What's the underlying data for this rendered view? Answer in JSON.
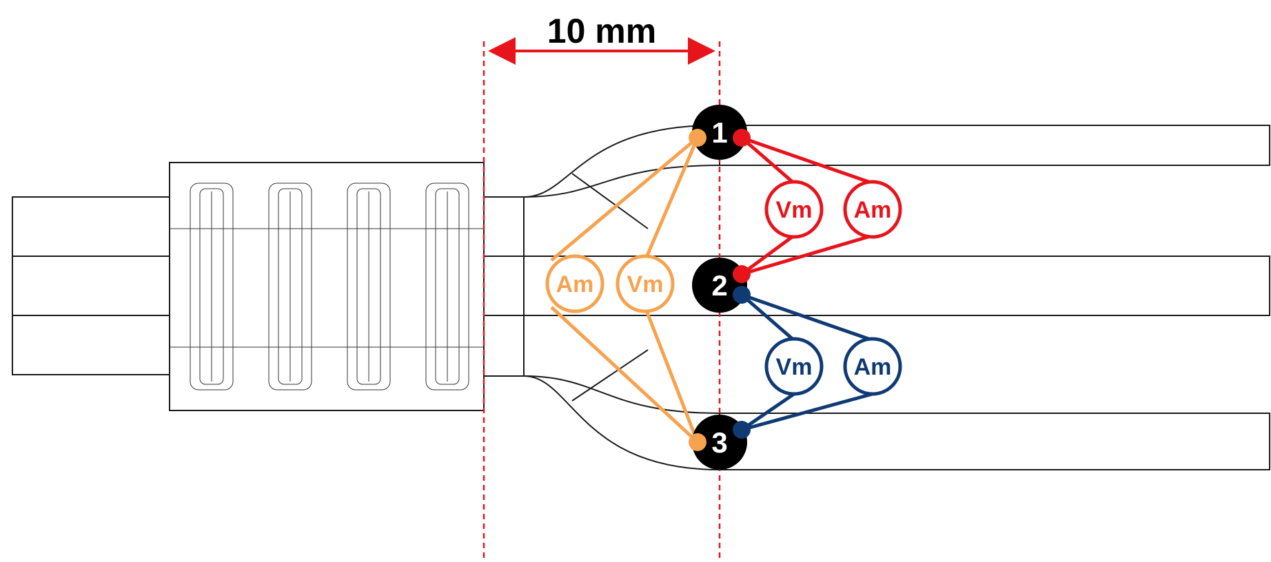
{
  "dimension": {
    "label": "10 mm"
  },
  "electrodes": [
    {
      "label": "1"
    },
    {
      "label": "2"
    },
    {
      "label": "3"
    }
  ],
  "meters": {
    "red": {
      "volt": "Vm",
      "amp": "Am"
    },
    "blue": {
      "volt": "Vm",
      "amp": "Am"
    },
    "orange": {
      "volt": "Vm",
      "amp": "Am"
    }
  },
  "colors": {
    "red": "#e8141c",
    "blue": "#0f3a73",
    "orange": "#f7a24e",
    "node": "#000000",
    "guide": "#e8141c"
  }
}
